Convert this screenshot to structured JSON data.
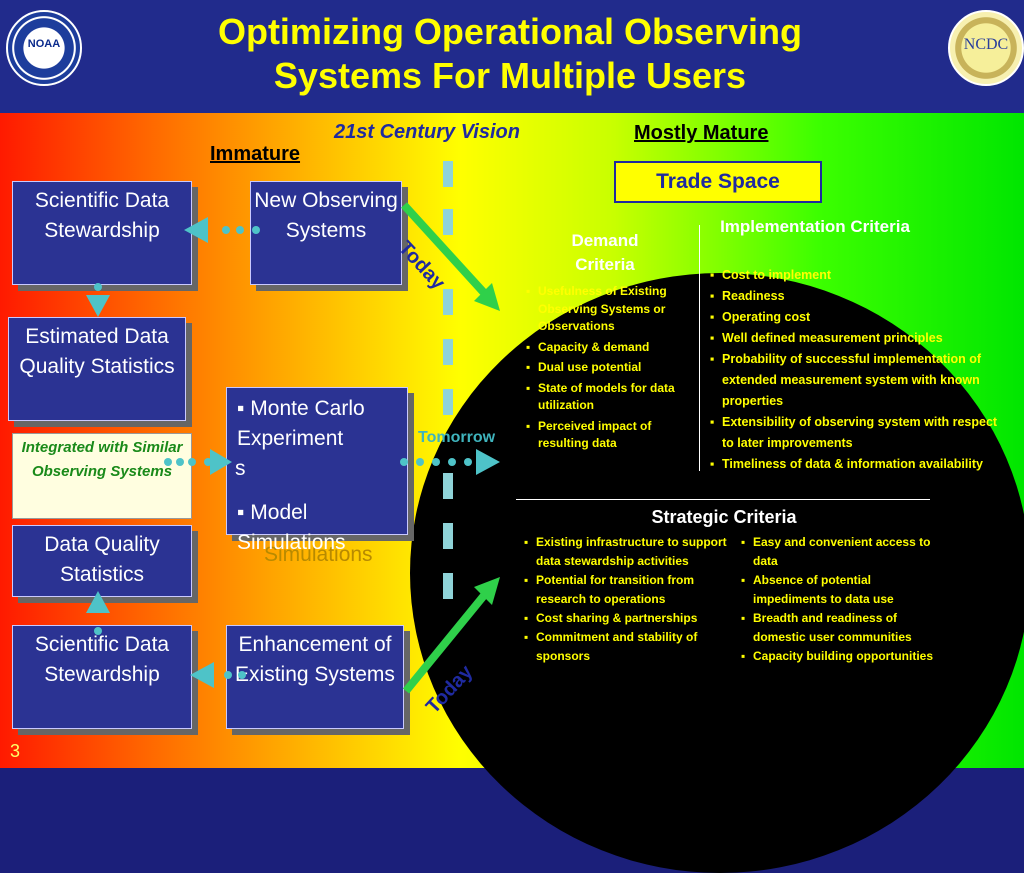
{
  "header": {
    "title_line1": "Optimizing Operational Observing",
    "title_line2": "Systems For Multiple Users",
    "noaa_logo_text": "NOAA",
    "ncdc_logo_text": "NCDC"
  },
  "labels": {
    "vision": "21st Century Vision",
    "mostly_mature": "Mostly Mature",
    "immature": "Immature",
    "trade_space": "Trade Space",
    "today_top": "Today",
    "tomorrow": "Tomorrow",
    "today_bottom": "Today",
    "slide_number": "3"
  },
  "left_boxes": {
    "sds_top": "Scientific Data Stewardship",
    "edqs": "Estimated Data Quality Statistics",
    "integrated": "Integrated with Similar Observing Systems",
    "dqs": "Data Quality Statistics",
    "sds_bottom": "Scientific Data Stewardship"
  },
  "center_boxes": {
    "new_obs": "New Observing Systems",
    "monte_carlo": "Monte Carlo Experiment",
    "monte_carlo_wrap": "s",
    "model_sim": "Model Simulations",
    "model_sim_shadow": "Simulations",
    "enhancement": "Enhancement of Existing Systems"
  },
  "demand": {
    "heading": "Demand Criteria",
    "items": [
      "Usefulness of Existing Observing Systems or Observations",
      "Capacity & demand",
      "Dual use potential",
      "State of models for data utilization",
      "Perceived impact of resulting data"
    ]
  },
  "implementation": {
    "heading": "Implementation Criteria",
    "items": [
      "Cost to implement",
      "Readiness",
      "Operating cost",
      "Well defined measurement principles",
      "Probability of successful implementation of extended measurement system with known properties",
      "Extensibility of observing system with respect to later improvements",
      "Timeliness of data & information availability"
    ]
  },
  "strategic": {
    "heading": "Strategic Criteria",
    "left_items": [
      "Existing infrastructure to support data stewardship activities",
      "Potential for transition from research to operations",
      "Cost sharing & partnerships",
      "Commitment and stability of sponsors"
    ],
    "right_items": [
      "Easy and convenient access to data",
      "Absence of potential impediments to data use",
      "Breadth and readiness of domestic user communities",
      "Capacity building opportunities"
    ]
  },
  "colors": {
    "header_bg": "#212b8c",
    "title": "#ffff00",
    "box_bg": "#2b3393",
    "arrow_green": "#2fd04a",
    "dot_cyan": "#4ec3c8"
  }
}
